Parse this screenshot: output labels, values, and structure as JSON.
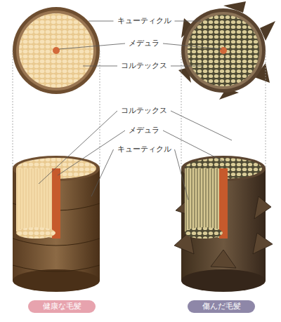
{
  "diagram": {
    "nodes": [
      {
        "text": [
          "健康な毛髪"
        ]
      },
      {
        "text": [
          "傷んだ毛髪"
        ]
      }
    ],
    "labels": [
      "キューティクル",
      "メデュラ",
      "コルテックス",
      "コルテックス",
      "メデュラ",
      "キューティクル"
    ]
  }
}
